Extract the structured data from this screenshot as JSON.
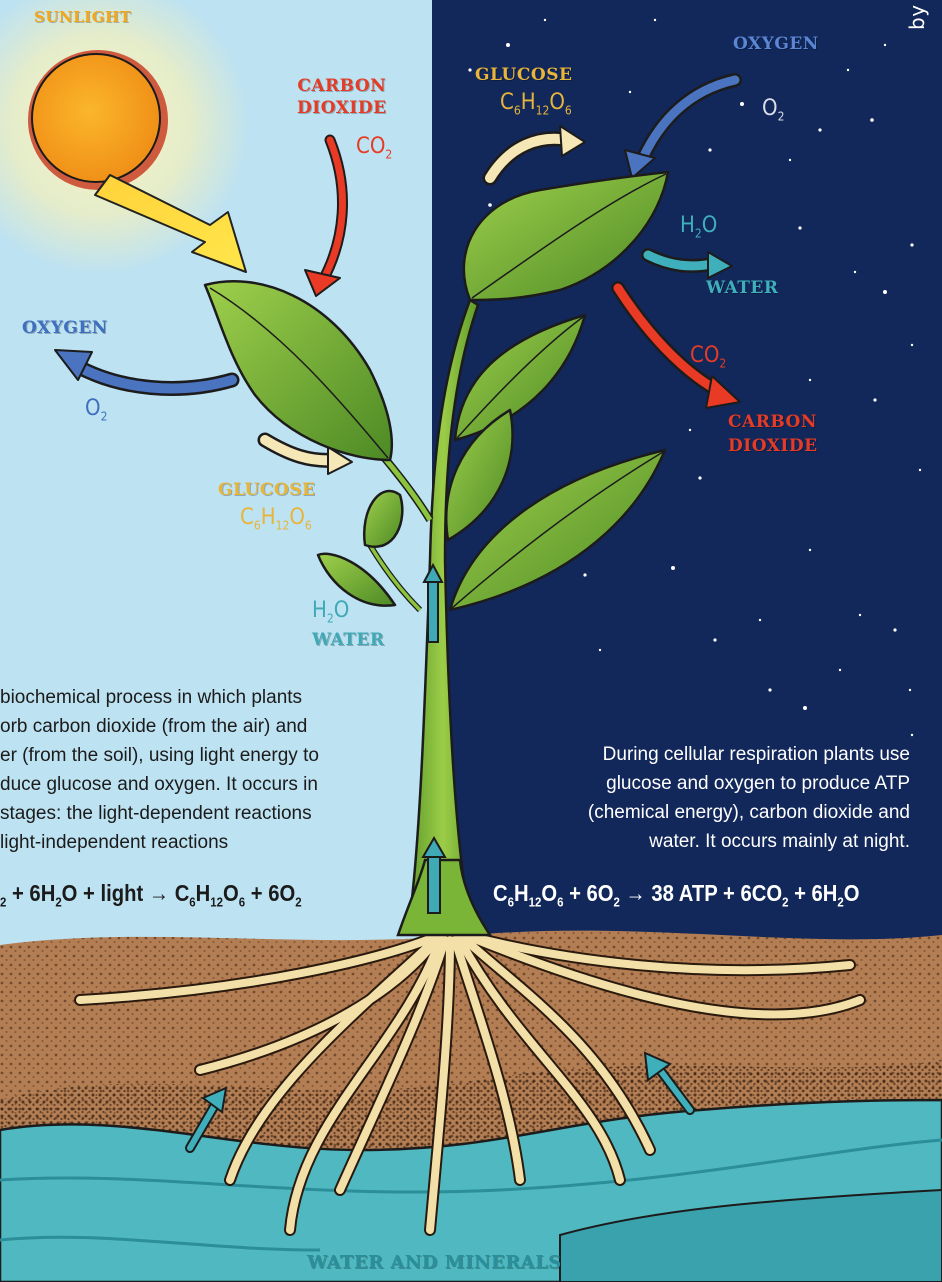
{
  "colors": {
    "day_sky": "#bfe3f3",
    "night_sky": "#12275a",
    "soil": "#b07a50",
    "water": "#4fb7bf",
    "sun": "#f7a21a",
    "co2_red": "#e83a24",
    "o2_blue": "#4a74c0",
    "glucose_yellow": "#e8b93a",
    "water_teal": "#3fa9b5",
    "stem_green": "#7ab537"
  },
  "day_labels": {
    "sunlight": "SUNLIGHT",
    "carbon_dioxide": "CARBON\nDIOXIDE",
    "co2": "CO",
    "co2_sub": "2",
    "oxygen": "OXYGEN",
    "o2": "O",
    "o2_sub": "2",
    "glucose": "GLUCOSE",
    "water_formula": "H",
    "water_formula_sub": "2",
    "water_formula_o": "O",
    "water": "WATER"
  },
  "night_labels": {
    "glucose": "GLUCOSE",
    "oxygen": "OXYGEN",
    "o2": "O",
    "o2_sub": "2",
    "water_formula": "H",
    "water_formula_sub": "2",
    "water_formula_o": "O",
    "water": "WATER",
    "co2": "CO",
    "co2_sub": "2",
    "carbon_dioxide_1": "CARBON",
    "carbon_dioxide_2": "DIOXIDE"
  },
  "photosynthesis_text": [
    "biochemical process in which plants",
    "orb carbon dioxide (from the air) and",
    "er (from the soil), using light energy to",
    "duce glucose and oxygen. It occurs in",
    " stages: the light-dependent reactions",
    " light-independent reactions"
  ],
  "respiration_text": [
    "During cellular respiration plants use",
    "glucose and oxygen to produce ATP",
    "(chemical energy), carbon dioxide and",
    "water. It occurs mainly at night."
  ],
  "bottom_label": "WATER AND MINERALS",
  "corner_text": "by"
}
